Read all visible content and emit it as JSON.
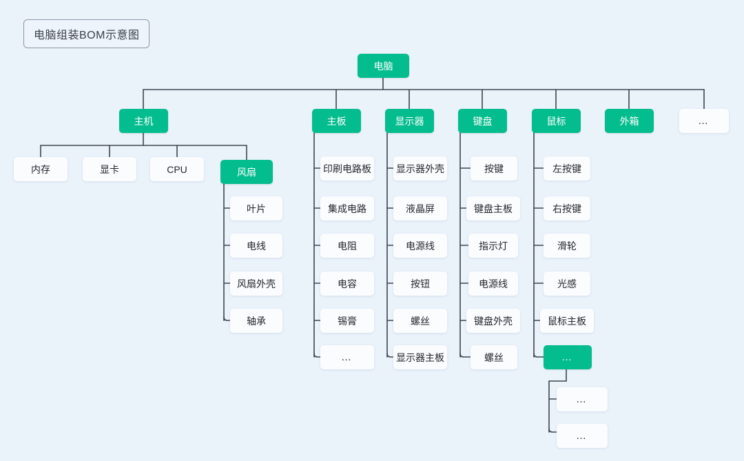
{
  "title": {
    "text": "电脑组装BOM示意图"
  },
  "colors": {
    "background": "#eaf2fa",
    "accent_green": "#03bd8e",
    "node_white": "#fbfcfe",
    "link": "#3d4450",
    "title_border": "#8c97a8",
    "text_dark": "#22262c",
    "text_light": "#ffffff"
  },
  "chart_data": {
    "type": "tree",
    "title": "电脑组装BOM示意图",
    "orientation": "top-down root, vertical child lists",
    "root": {
      "label": "电脑",
      "style": "green"
    },
    "branches": [
      {
        "label": "主机",
        "style": "green",
        "children": [
          {
            "label": "内存",
            "style": "white"
          },
          {
            "label": "显卡",
            "style": "white"
          },
          {
            "label": "CPU",
            "style": "white"
          },
          {
            "label": "风扇",
            "style": "green",
            "children": [
              {
                "label": "叶片",
                "style": "white"
              },
              {
                "label": "电线",
                "style": "white"
              },
              {
                "label": "风扇外壳",
                "style": "white"
              },
              {
                "label": "轴承",
                "style": "white"
              }
            ]
          }
        ]
      },
      {
        "label": "主板",
        "style": "green",
        "children": [
          {
            "label": "印刷电路板",
            "style": "white"
          },
          {
            "label": "集成电路",
            "style": "white"
          },
          {
            "label": "电阻",
            "style": "white"
          },
          {
            "label": "电容",
            "style": "white"
          },
          {
            "label": "锡膏",
            "style": "white"
          },
          {
            "label": "…",
            "style": "white"
          }
        ]
      },
      {
        "label": "显示器",
        "style": "green",
        "children": [
          {
            "label": "显示器外壳",
            "style": "white"
          },
          {
            "label": "液晶屏",
            "style": "white"
          },
          {
            "label": "电源线",
            "style": "white"
          },
          {
            "label": "按钮",
            "style": "white"
          },
          {
            "label": "螺丝",
            "style": "white"
          },
          {
            "label": "显示器主板",
            "style": "white"
          }
        ]
      },
      {
        "label": "键盘",
        "style": "green",
        "children": [
          {
            "label": "按键",
            "style": "white"
          },
          {
            "label": "键盘主板",
            "style": "white"
          },
          {
            "label": "指示灯",
            "style": "white"
          },
          {
            "label": "电源线",
            "style": "white"
          },
          {
            "label": "键盘外壳",
            "style": "white"
          },
          {
            "label": "螺丝",
            "style": "white"
          }
        ]
      },
      {
        "label": "鼠标",
        "style": "green",
        "children": [
          {
            "label": "左按键",
            "style": "white"
          },
          {
            "label": "右按键",
            "style": "white"
          },
          {
            "label": "滑轮",
            "style": "white"
          },
          {
            "label": "光感",
            "style": "white"
          },
          {
            "label": "鼠标主板",
            "style": "white"
          },
          {
            "label": "…",
            "style": "green",
            "children": [
              {
                "label": "…",
                "style": "white"
              },
              {
                "label": "…",
                "style": "white"
              }
            ]
          }
        ]
      },
      {
        "label": "外箱",
        "style": "green",
        "children": []
      },
      {
        "label": "…",
        "style": "white",
        "children": []
      }
    ]
  },
  "nodes": {
    "root": "电脑",
    "host": "主机",
    "host_children": [
      "内存",
      "显卡",
      "CPU",
      "风扇"
    ],
    "fan_children": [
      "叶片",
      "电线",
      "风扇外壳",
      "轴承"
    ],
    "mainboard": "主板",
    "mainboard_children": [
      "印刷电路板",
      "集成电路",
      "电阻",
      "电容",
      "锡膏",
      "…"
    ],
    "monitor": "显示器",
    "monitor_children": [
      "显示器外壳",
      "液晶屏",
      "电源线",
      "按钮",
      "螺丝",
      "显示器主板"
    ],
    "keyboard": "键盘",
    "keyboard_children": [
      "按键",
      "键盘主板",
      "指示灯",
      "电源线",
      "键盘外壳",
      "螺丝"
    ],
    "mouse": "鼠标",
    "mouse_children": [
      "左按键",
      "右按键",
      "滑轮",
      "光感",
      "鼠标主板",
      "…"
    ],
    "mouse_more_children": [
      "…",
      "…"
    ],
    "outerbox": "外箱",
    "more": "…"
  }
}
